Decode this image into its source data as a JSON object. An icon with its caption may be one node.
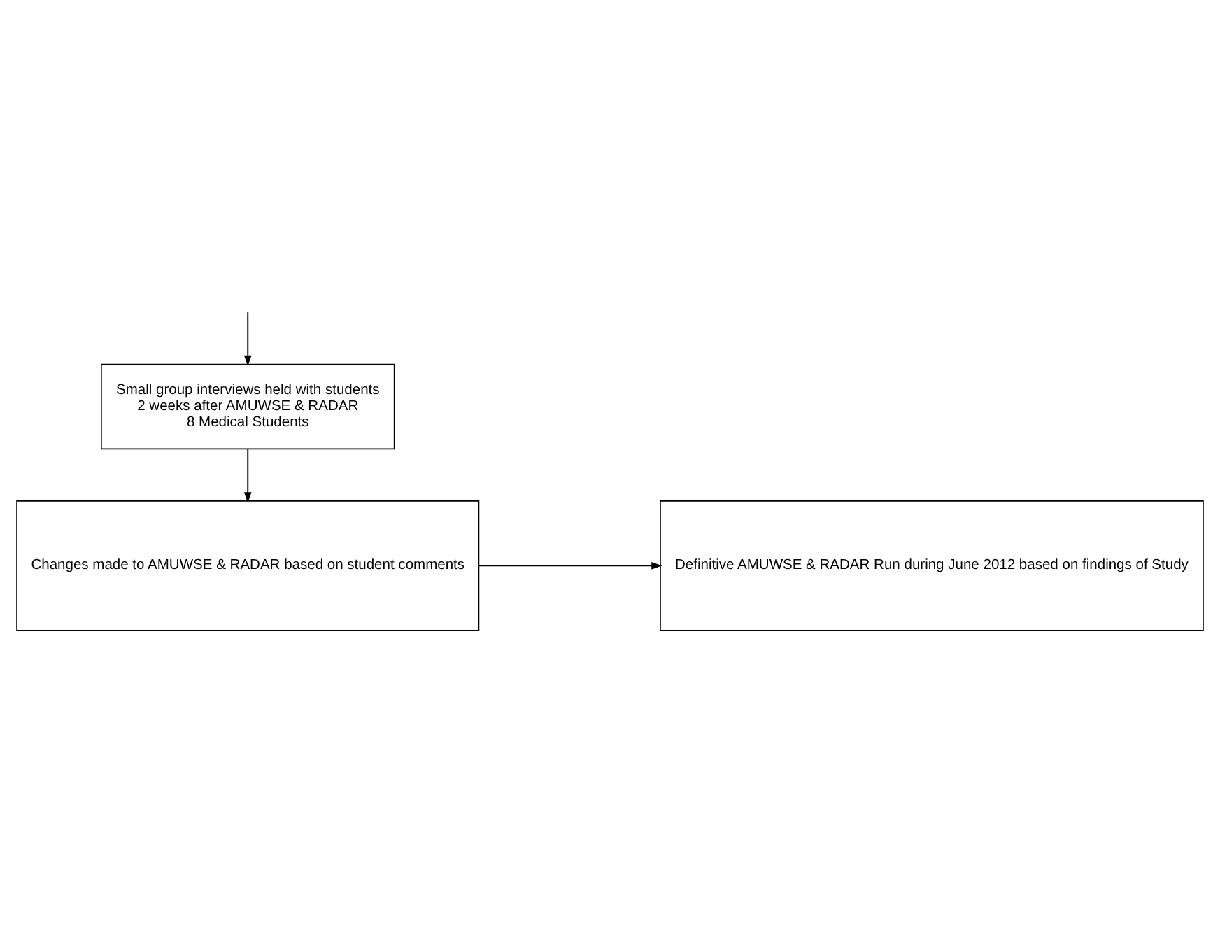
{
  "diagram": {
    "nodes": [
      {
        "text": [
          "Small group interviews held with students",
          "2 weeks after AMUWSE & RADAR",
          "8 Medical Students"
        ]
      },
      {
        "text": [
          "Changes made to AMUWSE & RADAR based on student comments"
        ]
      },
      {
        "text": [
          "Definitive AMUWSE & RADAR Run during June 2012 based on findings of Study"
        ]
      }
    ],
    "edges": [
      {
        "from": null,
        "to": 0,
        "arrow": "to"
      },
      {
        "from": 0,
        "to": 1,
        "arrow": "to"
      },
      {
        "from": 1,
        "to": 2,
        "arrow": "to"
      }
    ]
  }
}
